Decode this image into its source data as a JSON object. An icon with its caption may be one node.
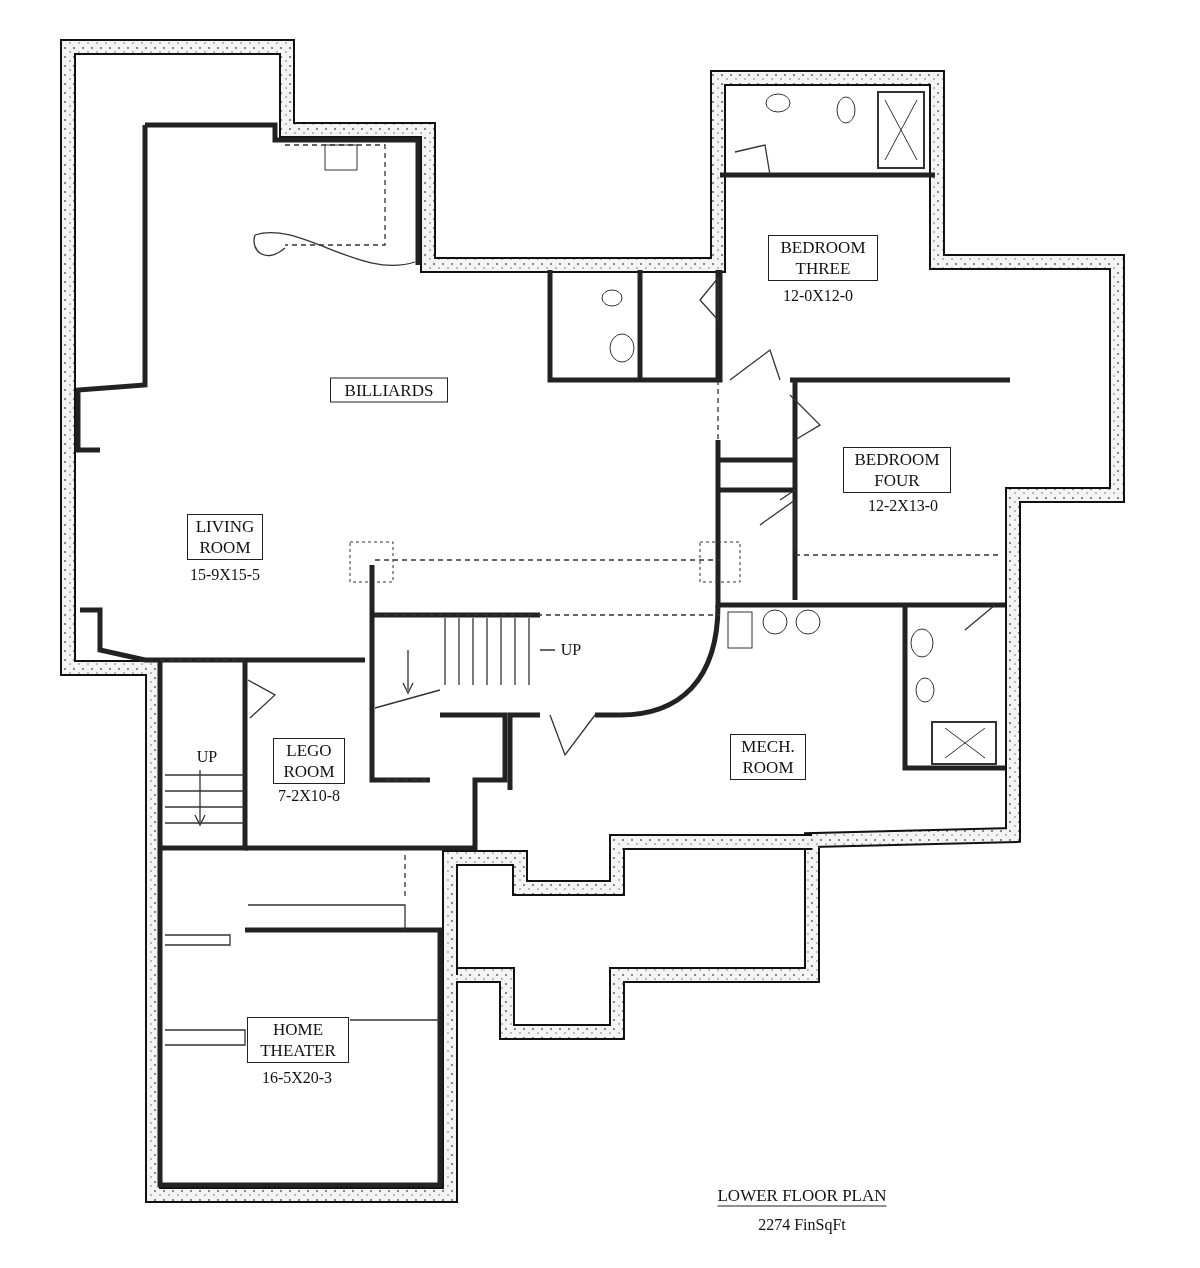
{
  "diagram": {
    "title": "LOWER FLOOR PLAN",
    "caption": "2274 FinSqFt",
    "nodes": [
      {
        "text": [
          "BILLIARDS"
        ]
      },
      {
        "text": [
          "LIVING ROOM"
        ],
        "beside": [
          "15-9X15-5"
        ]
      },
      {
        "text": [
          "BEDROOM THREE"
        ],
        "beside": [
          "12-0X12-0"
        ]
      },
      {
        "text": [
          "BEDROOM FOUR"
        ],
        "beside": [
          "12-2X13-0"
        ]
      },
      {
        "text": [
          "LEGO ROOM"
        ],
        "beside": [
          "7-2X10-8"
        ]
      },
      {
        "text": [
          "MECH. ROOM"
        ]
      },
      {
        "text": [
          "HOME THEATER"
        ],
        "beside": [
          "16-5X20-3"
        ]
      }
    ],
    "labels": [
      "UP",
      "UP"
    ]
  }
}
